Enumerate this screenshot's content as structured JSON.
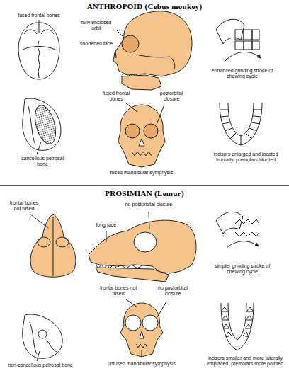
{
  "diagram": {
    "labels": [
      "ANTHROPOID (Cebus monkey)",
      "fused frontal bones",
      "fully enclosed orbit",
      "shortened face",
      "enhanced grinding stroke of chewing cycle",
      "fused frontal bones",
      "postorbital closure",
      "cancellous petrosal bone",
      "fused mandibular symphysis",
      "incisors enlarged and located frontally, premolars blunted",
      "PROSIMIAN (Lemur)",
      "frontal bones not fused",
      "no postorbital closure",
      "long face",
      "simpler grinding stroke of chewing cycle",
      "frontal bones not fused",
      "no postorbital closure",
      "unfused mandibular symphysis",
      "non-cancellous petrosal bone",
      "incisors smaller and more laterally emplaced, premolars more pointed"
    ]
  }
}
